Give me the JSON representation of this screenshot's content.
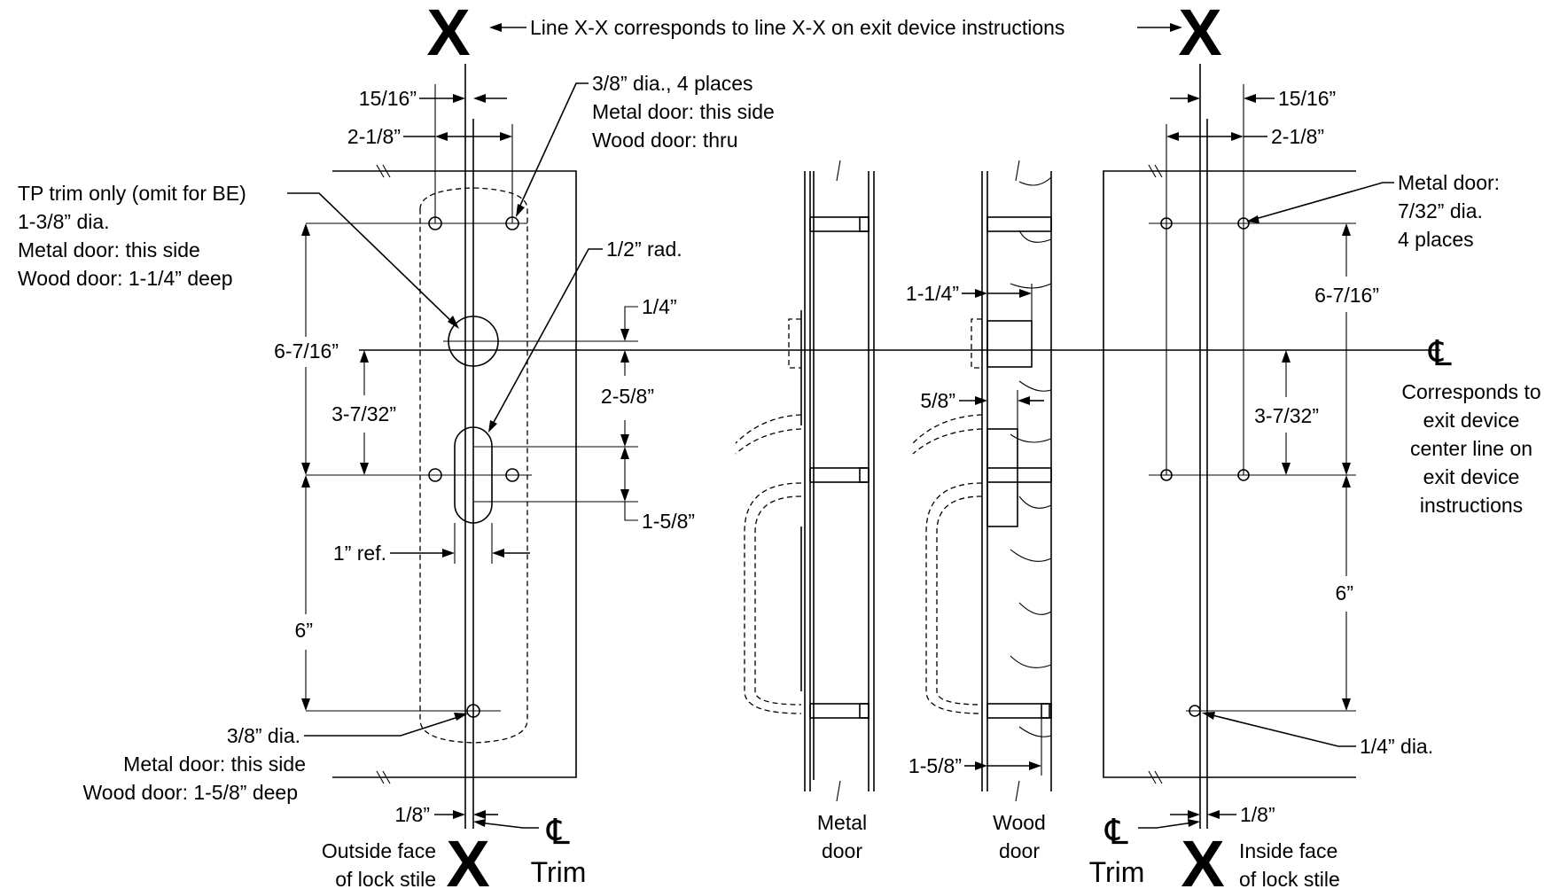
{
  "header": {
    "x_mark": "X",
    "line_note": "Line X-X corresponds to line X-X on exit device instructions"
  },
  "left_template": {
    "dim_top_1": "15/16”",
    "dim_top_2": "2-1/8”",
    "hole_note": [
      "3/8” dia., 4 places",
      "Metal door: this side",
      "Wood door: thru"
    ],
    "tp_note": [
      "TP trim only (omit for BE)",
      "1-3/8” dia.",
      "Metal door: this side",
      "Wood door: 1-1/4” deep"
    ],
    "rad_note": "1/2” rad.",
    "dim_quarter": "1/4”",
    "dim_6_7_16": "6-7/16”",
    "dim_3_7_32": "3-7/32”",
    "dim_2_5_8": "2-5/8”",
    "dim_1_5_8": "1-5/8”",
    "dim_1_ref": "1” ref.",
    "dim_6": "6”",
    "bottom_note": [
      "3/8” dia.",
      "Metal door: this side",
      "Wood door: 1-5/8” deep"
    ],
    "dim_eighth": "1/8”",
    "cl_symbol": "℄",
    "trim_label": "Trim",
    "face_label": [
      "Outside face",
      "of lock stile"
    ]
  },
  "doors": {
    "metal_label": [
      "Metal",
      "door"
    ],
    "wood_label": [
      "Wood",
      "door"
    ],
    "wood_dim_1_1_4": "1-1/4”",
    "wood_dim_5_8": "5/8”",
    "wood_dim_1_5_8": "1-5/8”"
  },
  "right_template": {
    "dim_top_1": "15/16”",
    "dim_top_2": "2-1/8”",
    "metal_note": [
      "Metal door:",
      "7/32” dia.",
      "4 places"
    ],
    "dim_6_7_16": "6-7/16”",
    "cl_note": [
      "Corresponds to",
      "exit device",
      "center line on",
      "exit device",
      "instructions"
    ],
    "dim_3_7_32": "3-7/32”",
    "dim_6": "6”",
    "quarter_dia": "1/4” dia.",
    "dim_eighth": "1/8”",
    "cl_symbol": "℄",
    "trim_label": "Trim",
    "face_label": [
      "Inside face",
      "of lock stile"
    ]
  }
}
